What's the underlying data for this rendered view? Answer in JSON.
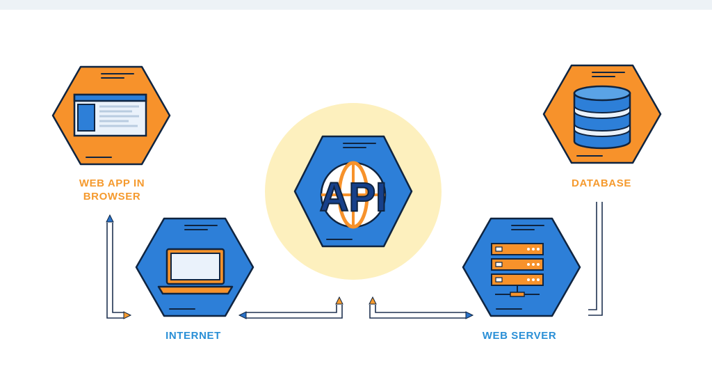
{
  "nodes": {
    "web_app": {
      "label_line1": "WEB APP IN",
      "label_line2": "BROWSER"
    },
    "database": {
      "label": "DATABASE"
    },
    "internet": {
      "label": "INTERNET"
    },
    "web_server": {
      "label": "WEB SERVER"
    },
    "api": {
      "text": "API"
    }
  },
  "colors": {
    "orange": "#f7922b",
    "blue": "#2d7fd8",
    "dark_blue": "#17408a",
    "outline": "#0f2440",
    "api_glow": "#fdf0be",
    "arrow_line": "#1e3150",
    "arrow_head_orange": "#f59a2e",
    "arrow_head_blue": "#2a72c8",
    "label_orange": "#f59a2e",
    "label_blue": "#2a8fd6"
  },
  "icons": {
    "web_app": "browser-window-icon",
    "database": "database-cylinder-icon",
    "internet": "laptop-icon",
    "web_server": "server-rack-icon",
    "api": "globe-icon"
  }
}
